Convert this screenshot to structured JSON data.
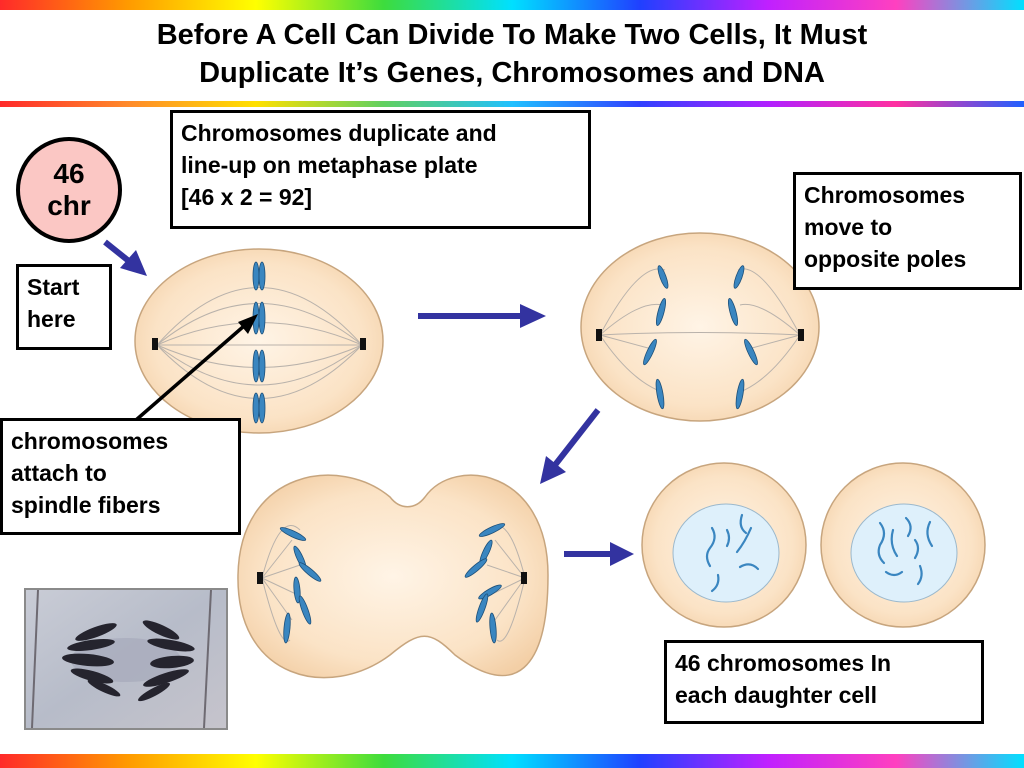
{
  "title_line1": "Before A Cell Can Divide To Make Two Cells, It Must",
  "title_line2": "Duplicate It’s Genes, Chromosomes and DNA",
  "badge": {
    "line1": "46",
    "line2": "chr"
  },
  "labels": {
    "start_line1": "Start",
    "start_line2": "here",
    "metaphase_line1": "Chromosomes duplicate and",
    "metaphase_line2": "line-up on metaphase plate",
    "metaphase_line3": "[46 x 2 = 92]",
    "anaphase_line1": "Chromosomes",
    "anaphase_line2": "move to",
    "anaphase_line3": "opposite poles",
    "spindle_line1": "chromosomes",
    "spindle_line2": "attach to",
    "spindle_line3": "spindle fibers",
    "daughter_line1": "46 chromosomes In",
    "daughter_line2": "each daughter cell"
  },
  "colors": {
    "cell_fill": "#fbe3c6",
    "cell_stroke": "#c7a57e",
    "chromosome": "#3a86c0",
    "nucleus": "#def0fb",
    "arrow": "#3333a0",
    "badge_fill": "#fbc7c4"
  }
}
